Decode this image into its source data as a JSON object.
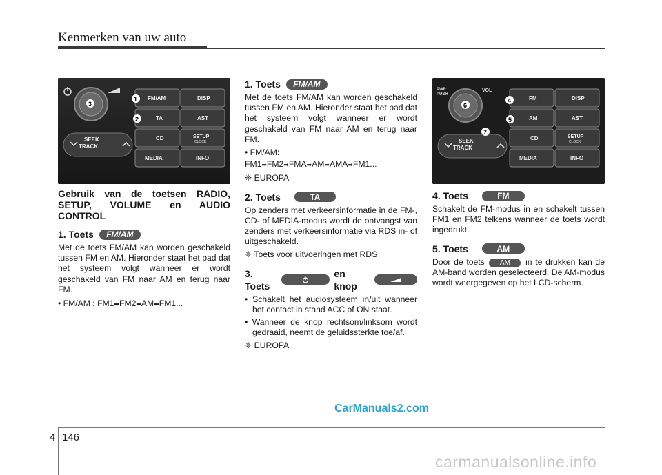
{
  "header": {
    "title": "Kenmerken van uw auto"
  },
  "panel1": {
    "buttons": [
      "FM/AM",
      "DISP",
      "TA",
      "AST",
      "CD",
      "SETUP",
      "MEDIA",
      "INFO"
    ],
    "setup_sub": "CLOCK",
    "seek": [
      "SEEK",
      "TRACK"
    ],
    "callouts": [
      "1",
      "2",
      "3"
    ]
  },
  "panel2": {
    "labels_top": [
      "PWR",
      "PUSH",
      "VOL"
    ],
    "buttons": [
      "FM",
      "DISP",
      "AM",
      "AST",
      "CD",
      "SETUP",
      "MEDIA",
      "INFO"
    ],
    "setup_sub": "CLOCK",
    "seek": [
      "SEEK",
      "TRACK"
    ],
    "callouts": [
      "4",
      "5",
      "6",
      "7"
    ]
  },
  "col1": {
    "heading": "Gebruik van de toetsen RADIO, SETUP, VOLUME en AUDIO CONTROL",
    "s1_title": "1. Toets",
    "s1_badge": "FM/AM",
    "s1_body": "Met de toets FM/AM kan worden geschakeld tussen FM en AM. Hieronder staat het pad dat het systeem volgt wanneer er wordt geschakeld van FM naar AM en terug naar FM.",
    "s1_bullet_prefix": "• FM/AM : ",
    "s1_seq": [
      "FM1",
      "FM2",
      "AM",
      "FM1..."
    ]
  },
  "col2": {
    "s1_title": "1. Toets",
    "s1_badge": "FM/AM",
    "s1_body": "Met de toets FM/AM kan worden geschakeld tussen FM en AM. Hieronder staat het pad dat het systeem volgt wanneer er wordt geschakeld van FM naar AM en terug naar FM.",
    "s1_bullet": "• FM/AM:",
    "s1_seq": [
      "FM1",
      "FM2",
      "FMA",
      "AM",
      "AMA",
      "FM1..."
    ],
    "s1_note": "❈ EUROPA",
    "s2_title": "2. Toets",
    "s2_badge": "TA",
    "s2_body": "Op zenders met verkeersinformatie in de FM-, CD- of MEDIA-modus wordt de ontvangst van zenders met verkeersinformatie via RDS in- of uitgeschakeld.",
    "s2_note": "❈ Toets voor uitvoeringen met RDS",
    "s3_title": "3. Toets",
    "s3_mid": "en knop",
    "s3_b1": "• Schakelt het audiosysteem in/uit wanneer het contact in stand ACC of ON staat.",
    "s3_b2": "• Wanneer de knop rechtsom/linksom wordt gedraaid, neemt de geluidssterkte toe/af.",
    "s3_note": "❈ EUROPA"
  },
  "col3": {
    "s4_title": "4. Toets",
    "s4_badge": "FM",
    "s4_body": "Schakelt de FM-modus in en schakelt tussen FM1 en FM2 telkens wanneer de toets wordt ingedrukt.",
    "s5_title": "5. Toets",
    "s5_badge": "AM",
    "s5_body_pre": "Door de toets",
    "s5_inline_badge": "AM",
    "s5_body_post": "in te drukken kan de AM-band worden geselecteerd. De AM-modus wordt weergegeven op het LCD-scherm."
  },
  "footer": {
    "chapter": "4",
    "page": "146",
    "watermark_top": "CarManuals2.com",
    "watermark_bottom": "carmanualsonline.info"
  },
  "colors": {
    "badge": "#555555",
    "panel": "#1e1e1e",
    "accent_link": "#2aa6d8"
  }
}
